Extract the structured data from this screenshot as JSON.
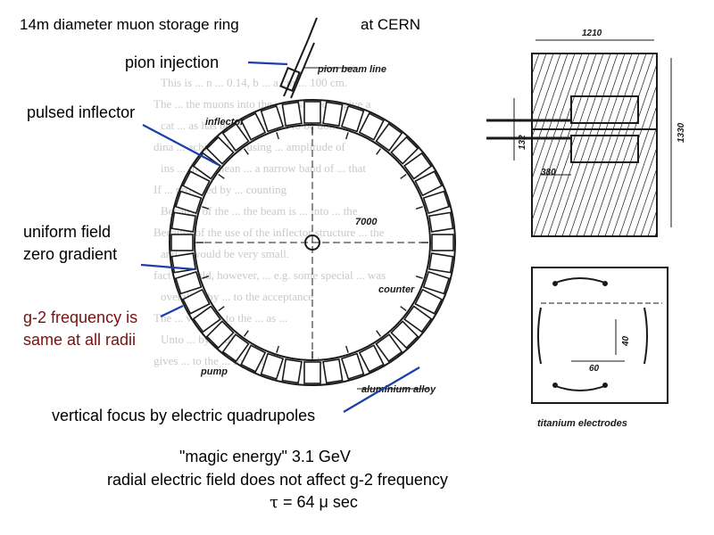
{
  "title_left": "14m diameter muon storage ring",
  "title_right": "at CERN",
  "labels": {
    "pion_injection": "pion injection",
    "pulsed_inflector": "pulsed inflector",
    "uniform_field_1": "uniform field",
    "uniform_field_2": "zero gradient",
    "g2_freq_1": "g-2 frequency is",
    "g2_freq_2": "same at all radii",
    "vertical_focus": "vertical focus by electric quadrupoles",
    "magic_energy": "\"magic energy\"  3.1 GeV",
    "radial_field": "radial electric field does not affect g-2  frequency",
    "tau_symbol": "τ",
    "tau_value": " =  64  μ sec"
  },
  "drawing": {
    "pion_beam_line": "pion beam line",
    "inflector": "inflector",
    "diameter": "7000",
    "counter": "counter",
    "pump": "pump",
    "aluminium_alloy": "aluminium alloy",
    "titanium_electrodes": "titanium electrodes",
    "dim_1210": "1210",
    "dim_1330": "1330",
    "dim_132": "132",
    "dim_380": "380",
    "dim_60": "60",
    "dim_40": "40"
  },
  "background_text": [
    "This is ... n ... 0.14, b ... a cm ... 100 cm.",
    "The ... the muons into the ... designed to give a",
    "cat ... as has been described to be done by",
    "dina ... achieved by using ... amplitude of",
    "ins ... these mean ... a narrow band of ... that",
    "If ... provided by ... counting",
    "Because of the ... the beam is ... into ... the",
    "Because of the use of the inflector structure ... the",
    "and ... would be very small.",
    "fact ... could, however, ... e.g. some special ... was",
    "overall ... by ... to the acceptance",
    "The ... value ... to the ... as ...",
    "Unto ... by ... of ...",
    "gives ... to the ... for both ... was ... by"
  ],
  "colors": {
    "label_text": "#000000",
    "red_text": "#7a1010",
    "pointer": "#1a3fa8",
    "drawing": "#1a1a1a"
  }
}
